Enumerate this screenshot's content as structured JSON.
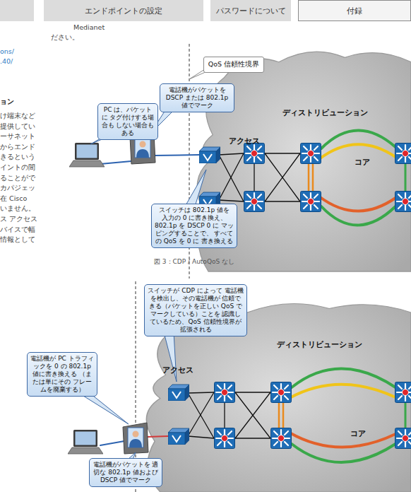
{
  "diagram": {
    "caption": "図 3：CDP / AutoQoS なし",
    "nodes": [
      {
        "text": [
          "エンドポイントの設定"
        ]
      },
      {
        "text": [
          "パスワードについて"
        ]
      },
      {
        "text": [
          "付録"
        ]
      },
      {
        "text": [
          "QoS 信頼性境界"
        ]
      },
      {
        "text": [
          "電話機がパケットを DSCP または 802.1p 値でマーク"
        ]
      },
      {
        "text": [
          "PC は、パケットに タグ付けする場合も しない場合もある"
        ]
      },
      {
        "text": [
          "アクセス",
          "ディストリビューション",
          "コア"
        ]
      },
      {
        "text": [
          "スイッチは 802.1p 値を 入力の 0 に書き換え、 802.1p を DSCP 0 に マッピングすることで、 すべての QoS を 0 に 書き換える"
        ]
      },
      {
        "text": [
          "スイッチが CDP によって 電話機を検出し、その電話機が 信頼できる（パケットを正しい QoS でマークしている）ことを 認識しているため、QoS 信頼性境界が拡張される"
        ]
      },
      {
        "text": [
          "アクセス",
          "ディストリビューション",
          "コア"
        ]
      },
      {
        "text": [
          "電話機が PC トラフィックを 0 の 802.1p 値に書き換える （または単にその フレームを廃棄する）"
        ]
      },
      {
        "text": [
          "電話機がパケットを 適切な 802.1p 値および DSCP 値でマーク"
        ]
      }
    ],
    "labels": [
      "Medianet",
      "ださい。",
      "ons/",
      ".40/",
      "ョン",
      "け端末など",
      "提供してい",
      "ーサネット",
      "からエンド",
      "きるという",
      "イントの間",
      "ることがで",
      "カパジェッ",
      "在 Cisco",
      "いません。",
      "ス アクセス",
      "バイスで幅",
      "情報として"
    ]
  }
}
